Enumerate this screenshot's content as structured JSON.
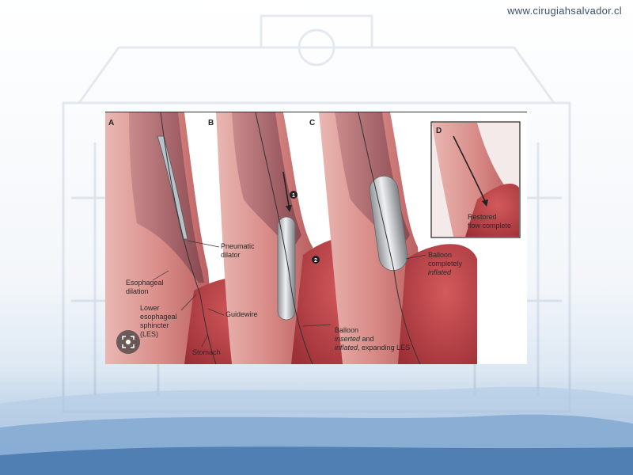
{
  "site_url": "www.cirugiahsalvador.cl",
  "panels": {
    "a": "A",
    "b": "B",
    "c": "C",
    "d": "D"
  },
  "labels": {
    "pneumatic_dilator": [
      "Pneumatic",
      "dilator"
    ],
    "esophageal_dilation": [
      "Esophageal",
      "dilation"
    ],
    "les": [
      "Lower",
      "esophageal",
      "sphincter",
      "(LES)"
    ],
    "guidewire": "Guidewire",
    "stomach": "Stomach",
    "balloon_inserted_line1": "Balloon",
    "balloon_inserted_line2a": "inserted",
    "balloon_inserted_line2b": " and",
    "balloon_inserted_line3a": "inflated",
    "balloon_inserted_line3b": ", expanding LES",
    "balloon_complete": [
      "Balloon",
      "completely",
      "inflated"
    ],
    "restored_flow": [
      "Restored",
      "flow complete"
    ],
    "step1": "1",
    "step2": "2"
  },
  "icons": {
    "lens": "visual-search-icon"
  }
}
